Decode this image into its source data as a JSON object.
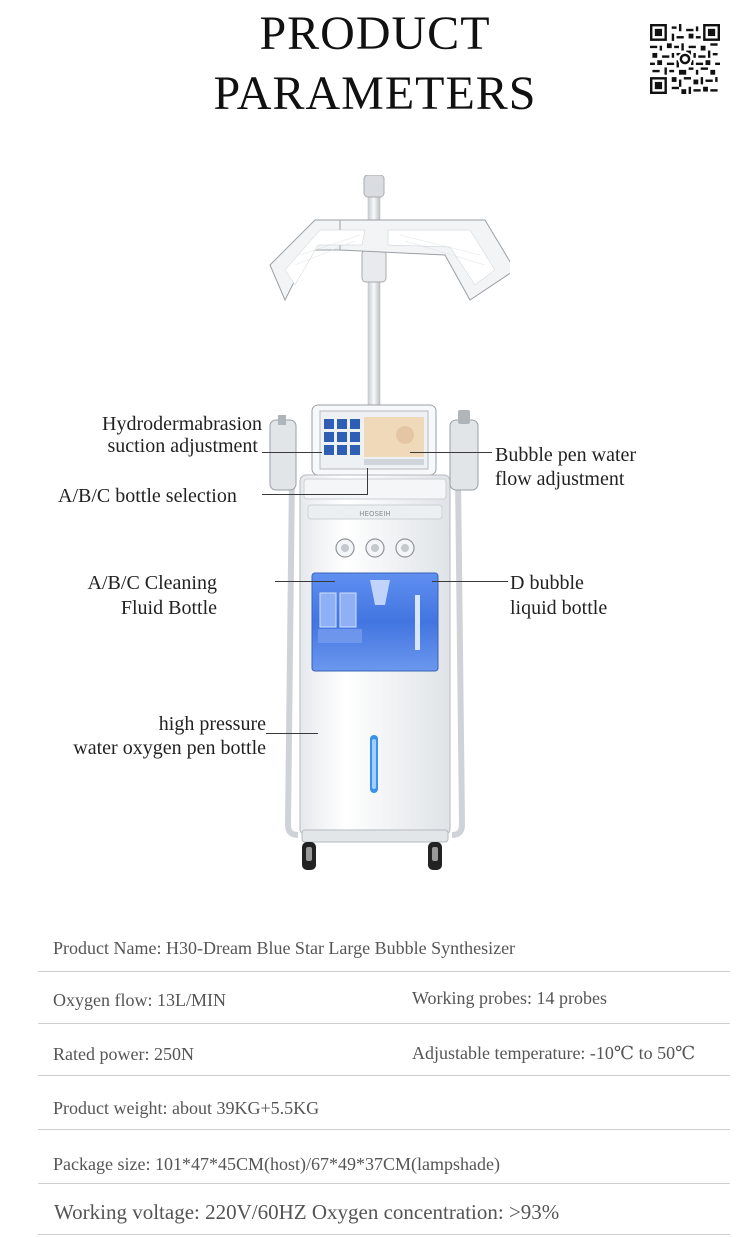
{
  "header": {
    "title_line1": "PRODUCT",
    "title_line2": "PARAMETERS",
    "qr_icon": "qr-code-icon"
  },
  "callouts": {
    "hydro_line1": "Hydrodermabrasion",
    "hydro_line2": "suction adjustment",
    "abc_selection": "A/B/C bottle selection",
    "abc_cleaning_line1": "A/B/C Cleaning",
    "abc_cleaning_line2": "Fluid Bottle",
    "hp_line1": "high pressure",
    "hp_line2": "water oxygen pen bottle",
    "bubble_pen_line1": "Bubble pen water",
    "bubble_pen_line2": "flow adjustment",
    "d_bubble_line1": "D bubble",
    "d_bubble_line2": "liquid bottle"
  },
  "machine": {
    "brand": "HEOSEIH",
    "accent": "#3b7de8",
    "panel_blue": "#4d7fe6"
  },
  "params": {
    "product_name": "Product Name: H30-Dream Blue Star Large Bubble Synthesizer",
    "oxygen_flow": "Oxygen flow: 13L/MIN",
    "working_probes": "Working probes: 14 probes",
    "rated_power": "Rated power: 250N",
    "adjustable_temp": "Adjustable temperature: -10℃ to 50℃",
    "weight": "Product weight: about 39KG+5.5KG",
    "package": "Package size: 101*47*45CM(host)/67*49*37CM(lampshade)",
    "voltage": "Working voltage: 220V/60HZ Oxygen concentration: >93%"
  }
}
